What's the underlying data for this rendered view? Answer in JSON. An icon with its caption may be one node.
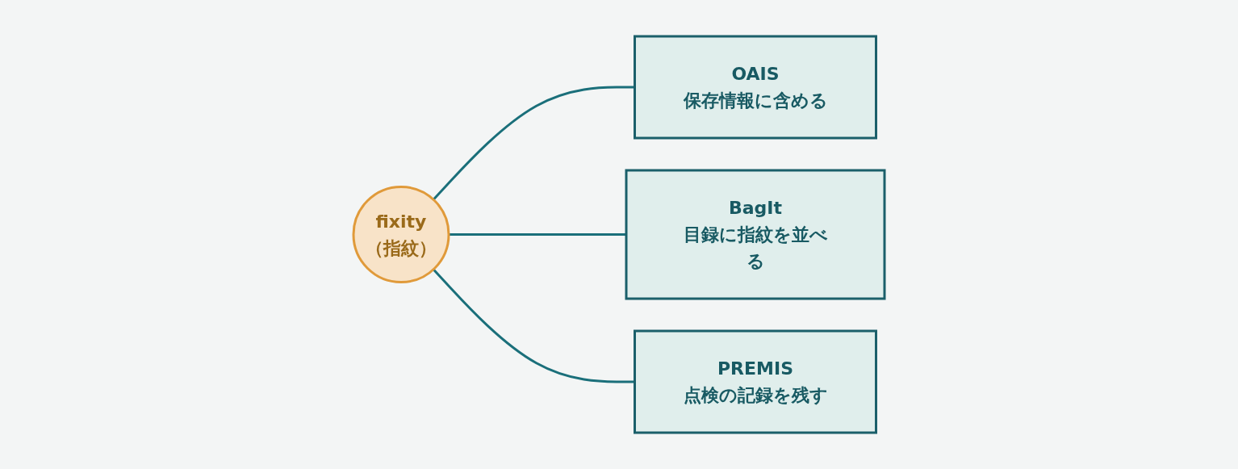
{
  "diagram": {
    "nodes": [
      {
        "text": [
          "fixity",
          "（指紋）"
        ]
      },
      {
        "text": [
          "OAIS",
          "保存情報に含める"
        ]
      },
      {
        "text": [
          "BagIt",
          "目録に指紋を並べる"
        ]
      },
      {
        "text": [
          "PREMIS",
          "点検の記録を残す"
        ]
      }
    ],
    "edges": [
      {
        "from": 0,
        "to": 1,
        "arrow": "none"
      },
      {
        "from": 0,
        "to": 2,
        "arrow": "none"
      },
      {
        "from": 0,
        "to": 3,
        "arrow": "none"
      }
    ]
  }
}
